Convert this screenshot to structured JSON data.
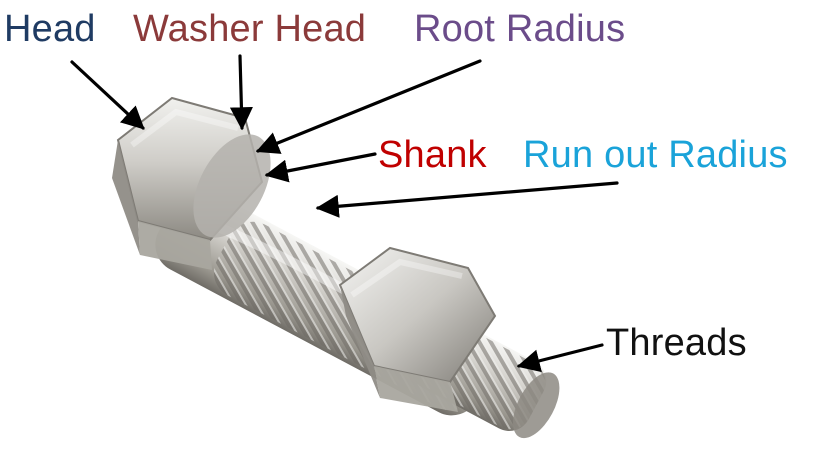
{
  "labels": {
    "head": "Head",
    "washer_head": "Washer Head",
    "root_radius": "Root Radius",
    "shank": "Shank",
    "run_out_radius": "Run out Radius",
    "threads": "Threads"
  },
  "colors": {
    "head": "#1f3b63",
    "washer_head": "#8b3a3a",
    "root_radius": "#6b4c8a",
    "shank": "#c00000",
    "run_out_radius": "#1aa3d9",
    "threads": "#111111",
    "arrow": "#000000",
    "metal_light": "#e6e6e3",
    "metal_mid": "#b9b7b2",
    "metal_dark": "#7b7872"
  },
  "image": {
    "subject": "hex bolt with nut, stainless steel"
  }
}
